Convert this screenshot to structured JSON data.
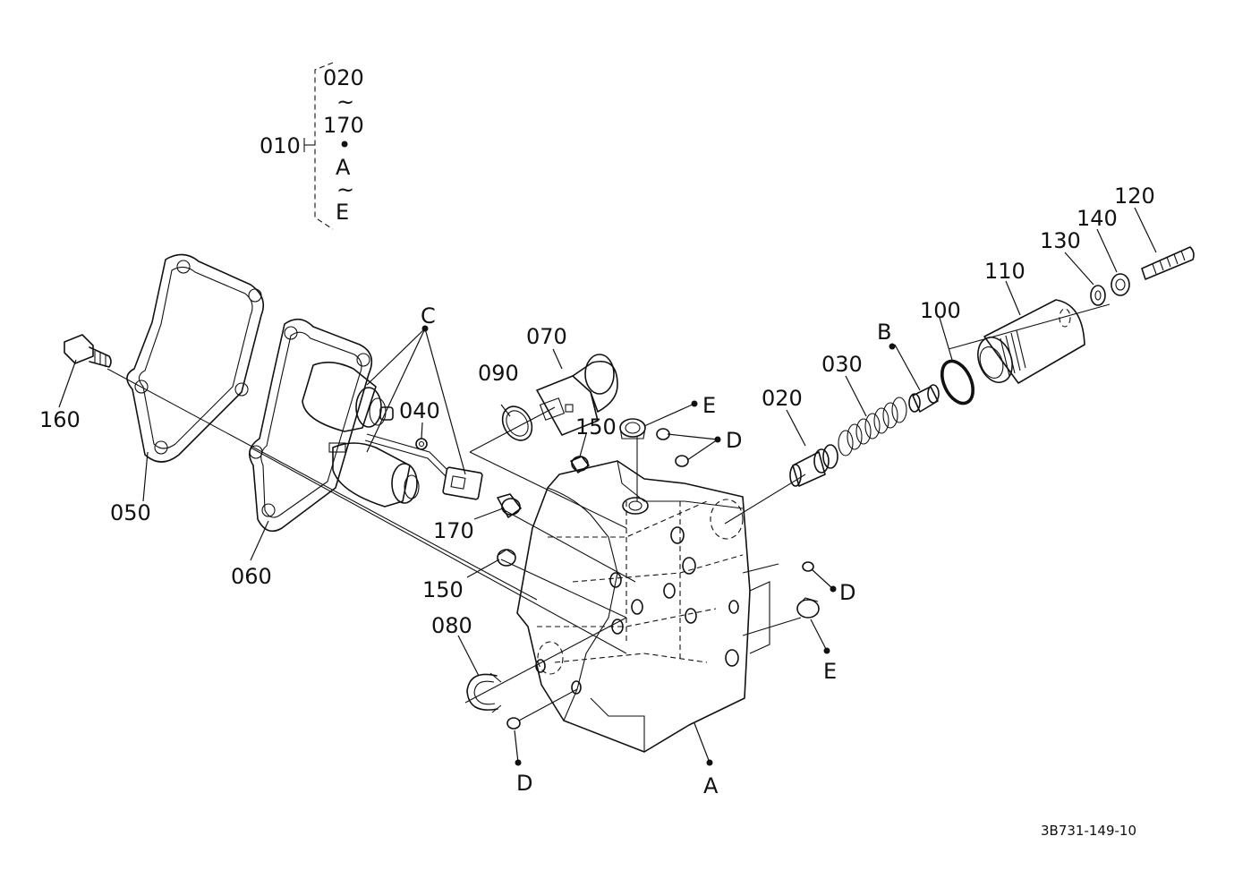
{
  "assembly": {
    "label": "010",
    "range_from": "020",
    "tilde_1": "~",
    "range_to": "170",
    "bullet": "•",
    "letter_from": "A",
    "tilde_2": "~",
    "letter_to": "E"
  },
  "parts": {
    "p020": "020",
    "p030": "030",
    "p040": "040",
    "p050": "050",
    "p060": "060",
    "p070": "070",
    "p080": "080",
    "p090": "090",
    "p100": "100",
    "p110": "110",
    "p120": "120",
    "p130": "130",
    "p140": "140",
    "p150_top": "150",
    "p150_mid": "150",
    "p160": "160",
    "p170": "170"
  },
  "references": {
    "A": "A",
    "B": "B",
    "C": "C",
    "D_top": "D",
    "D_right": "D",
    "D_bottom": "D",
    "E_top": "E",
    "E_right": "E"
  },
  "drawing_code": "3B731-149-10"
}
